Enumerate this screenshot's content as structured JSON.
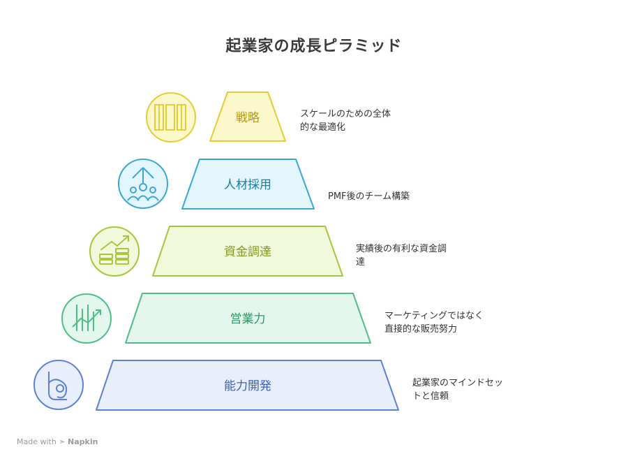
{
  "title": "起業家の成長ピラミッド",
  "levels": [
    {
      "label": "戦略",
      "desc_line1": "スケールのための全体",
      "desc_line2": "的な最適化",
      "fill": "#fdf7cc",
      "stroke": "#e2cf37",
      "text": "#b79a0d",
      "icon": "columns-icon"
    },
    {
      "label": "人材採用",
      "desc_line1": "PMF後のチーム構築",
      "desc_line2": "",
      "fill": "#e3f5fd",
      "stroke": "#3aa8d4",
      "text": "#1f7ca3",
      "icon": "team-growth-icon"
    },
    {
      "label": "資金調達",
      "desc_line1": "実績後の有利な資金調",
      "desc_line2": "達",
      "fill": "#f2f8dc",
      "stroke": "#a6c63c",
      "text": "#7f9a21",
      "icon": "money-growth-icon"
    },
    {
      "label": "営業力",
      "desc_line1": "マーケティングではなく",
      "desc_line2": "直接的な販売努力",
      "fill": "#e4f7ee",
      "stroke": "#4fbe86",
      "text": "#2f9463",
      "icon": "sales-chart-icon"
    },
    {
      "label": "能力開発",
      "desc_line1": "起業家のマインドセッ",
      "desc_line2": "トと信頼",
      "fill": "#e8eefb",
      "stroke": "#5b82d6",
      "text": "#3e63b3",
      "icon": "brain-head-icon"
    }
  ],
  "watermark": {
    "prefix": "Made with",
    "brand": "Napkin"
  }
}
